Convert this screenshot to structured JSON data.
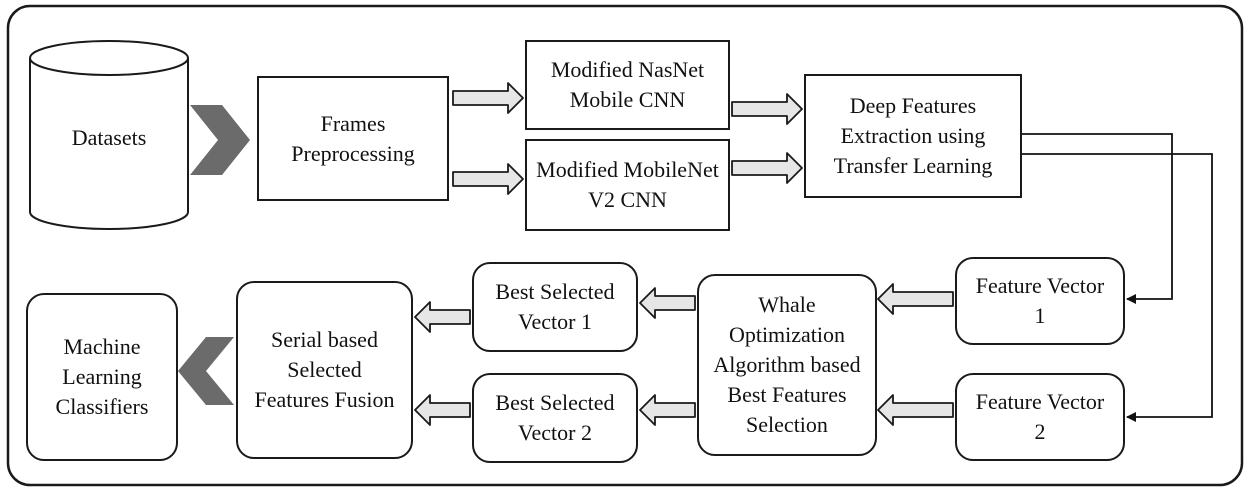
{
  "nodes": {
    "datasets": "Datasets",
    "frames_preprocessing": "Frames\nPreprocessing",
    "nasnet": "Modified NasNet\nMobile CNN",
    "mobilenet": "Modified MobileNet\nV2 CNN",
    "deep_features": "Deep Features\nExtraction using\nTransfer Learning",
    "feature_vector_1": "Feature Vector\n1",
    "feature_vector_2": "Feature Vector\n2",
    "woa": "Whale\nOptimization\nAlgorithm based\nBest Features\nSelection",
    "best_selected_1": "Best Selected\nVector 1",
    "best_selected_2": "Best Selected\nVector 2",
    "fusion": "Serial based\nSelected\nFeatures Fusion",
    "classifiers": "Machine\nLearning\nClassifiers"
  },
  "colors": {
    "border": "#1a1a1a",
    "chevron": "#6b6b6b",
    "block_arrow_fill": "#e6e6e6"
  }
}
